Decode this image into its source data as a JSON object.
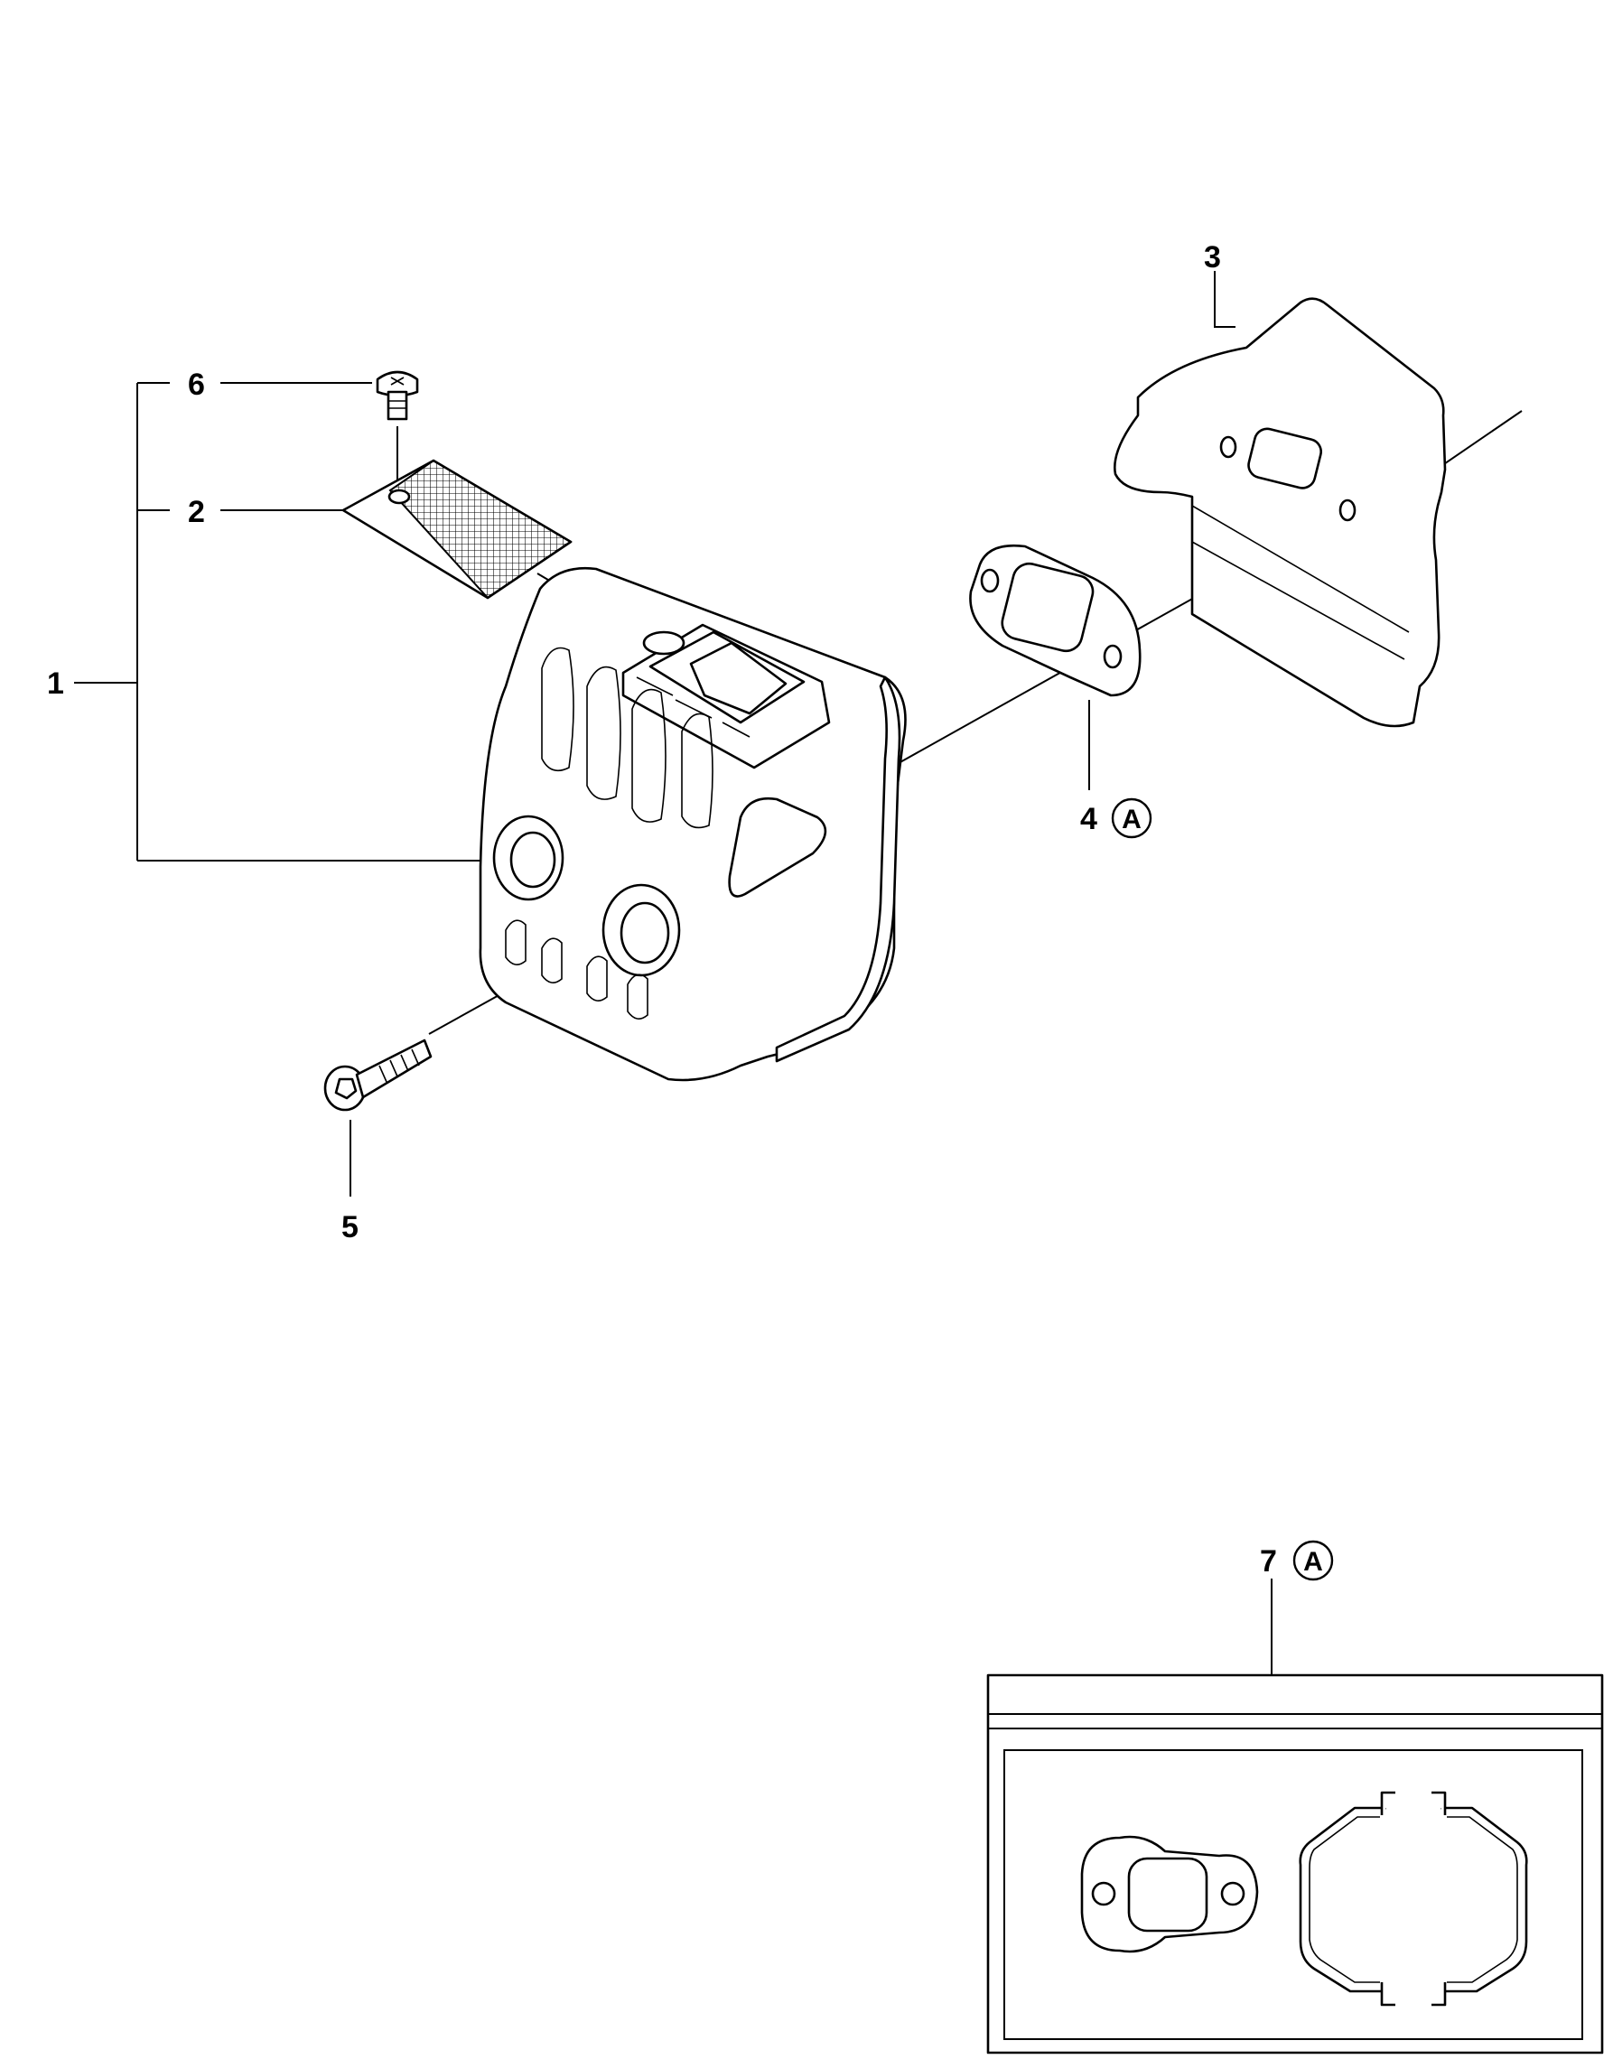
{
  "callouts": {
    "c1": "1",
    "c2": "2",
    "c3": "3",
    "c4": "4",
    "c5": "5",
    "c6": "6",
    "c7": "7"
  },
  "markers": {
    "m4": "A",
    "m7": "A"
  },
  "icons": {
    "muffler": "muffler-icon",
    "screw": "screw-icon",
    "spark-screen": "spark-arrestor-screen-icon",
    "heat-shield": "heat-shield-icon",
    "gasket": "gasket-icon",
    "bolt": "bolt-icon",
    "kit": "gasket-kit-icon"
  }
}
